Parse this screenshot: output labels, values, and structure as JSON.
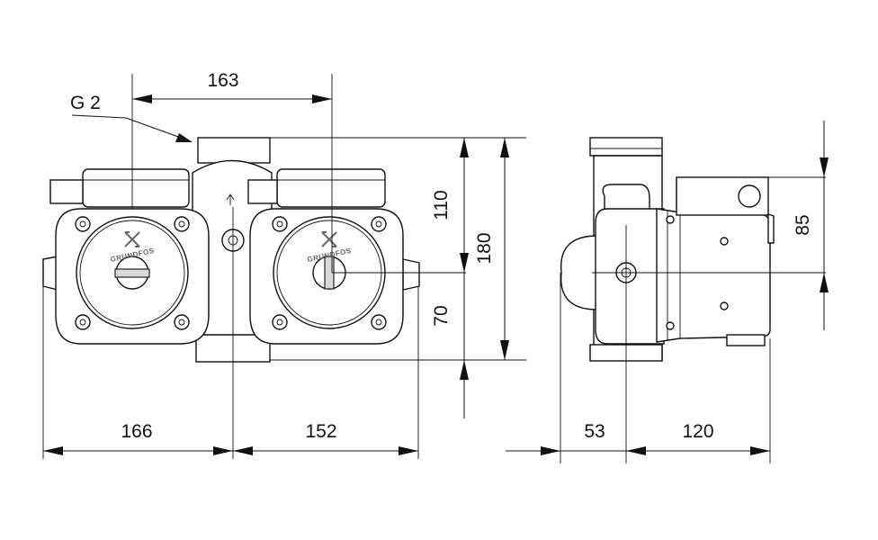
{
  "thread_label": "G 2",
  "brand": "GRUNDFOS",
  "dimensions": {
    "pump_center_distance": "163",
    "port_to_pump_center_height": "110",
    "overall_height": "180",
    "pump_center_to_bottom_height": "70",
    "left_half_width": "166",
    "right_half_width": "152",
    "terminal_box_height": "85",
    "depth_front": "53",
    "depth_rear": "120"
  },
  "units": "mm"
}
